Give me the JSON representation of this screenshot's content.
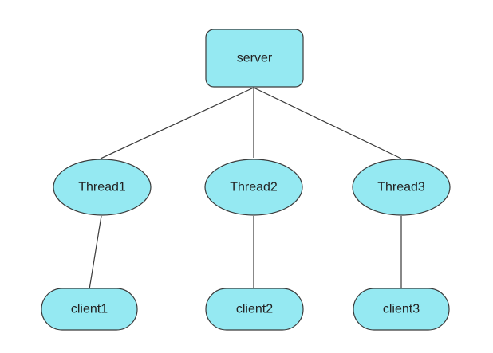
{
  "colors": {
    "background": "#ffffff",
    "node_fill": "#95e9f2",
    "node_stroke": "#3a3a3a",
    "edge": "#3a3a3a",
    "text": "#222222"
  },
  "nodes": {
    "server": {
      "label": "server",
      "shape": "rounded-rectangle"
    },
    "thread1": {
      "label": "Thread1",
      "shape": "ellipse"
    },
    "thread2": {
      "label": "Thread2",
      "shape": "ellipse"
    },
    "thread3": {
      "label": "Thread3",
      "shape": "ellipse"
    },
    "client1": {
      "label": "client1",
      "shape": "pill"
    },
    "client2": {
      "label": "client2",
      "shape": "pill"
    },
    "client3": {
      "label": "client3",
      "shape": "pill"
    }
  },
  "edges": [
    {
      "from": "server",
      "to": "thread1"
    },
    {
      "from": "server",
      "to": "thread2"
    },
    {
      "from": "server",
      "to": "thread3"
    },
    {
      "from": "thread1",
      "to": "client1"
    },
    {
      "from": "thread2",
      "to": "client2"
    },
    {
      "from": "thread3",
      "to": "client3"
    }
  ]
}
